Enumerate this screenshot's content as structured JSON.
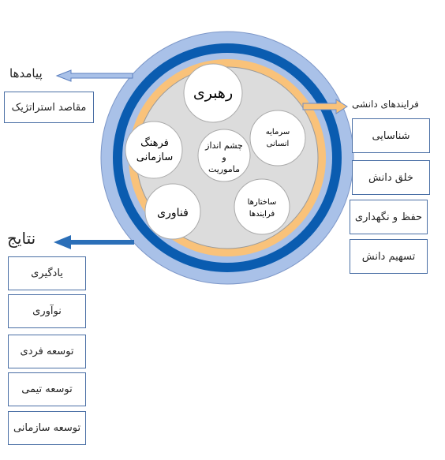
{
  "core": {
    "leadership": "رهبری",
    "vision_line1": "چشم انداز",
    "vision_line2": "و",
    "vision_line3": "ماموریت",
    "culture_line1": "فرهنگ",
    "culture_line2": "سازمانی",
    "human_capital_line1": "سرمایه",
    "human_capital_line2": "انسانی",
    "technology": "فناوری",
    "structures_line1": "ساختارها",
    "structures_line2": "فرایندها"
  },
  "left": {
    "messages_label": "پیامدها",
    "strategic_goals": "مقاصد استراتژیک",
    "results_label": "نتایج",
    "results": [
      "یادگیری",
      "نوآوری",
      "توسعه فردی",
      "توسعه تیمی",
      "توسعه سازمانی"
    ]
  },
  "right": {
    "processes_label": "فرایندهای دانشی",
    "processes": [
      "شناسایی",
      "خلق دانش",
      "حفظ و نگهداری",
      "تسهیم دانش"
    ]
  },
  "colors": {
    "outer_ring": "#a9c1e8",
    "blue_ring": "#0a5cb0",
    "orange_ring": "#f9c27a",
    "core_fill": "#dcdcdc",
    "box_border": "#4a6fa5"
  }
}
